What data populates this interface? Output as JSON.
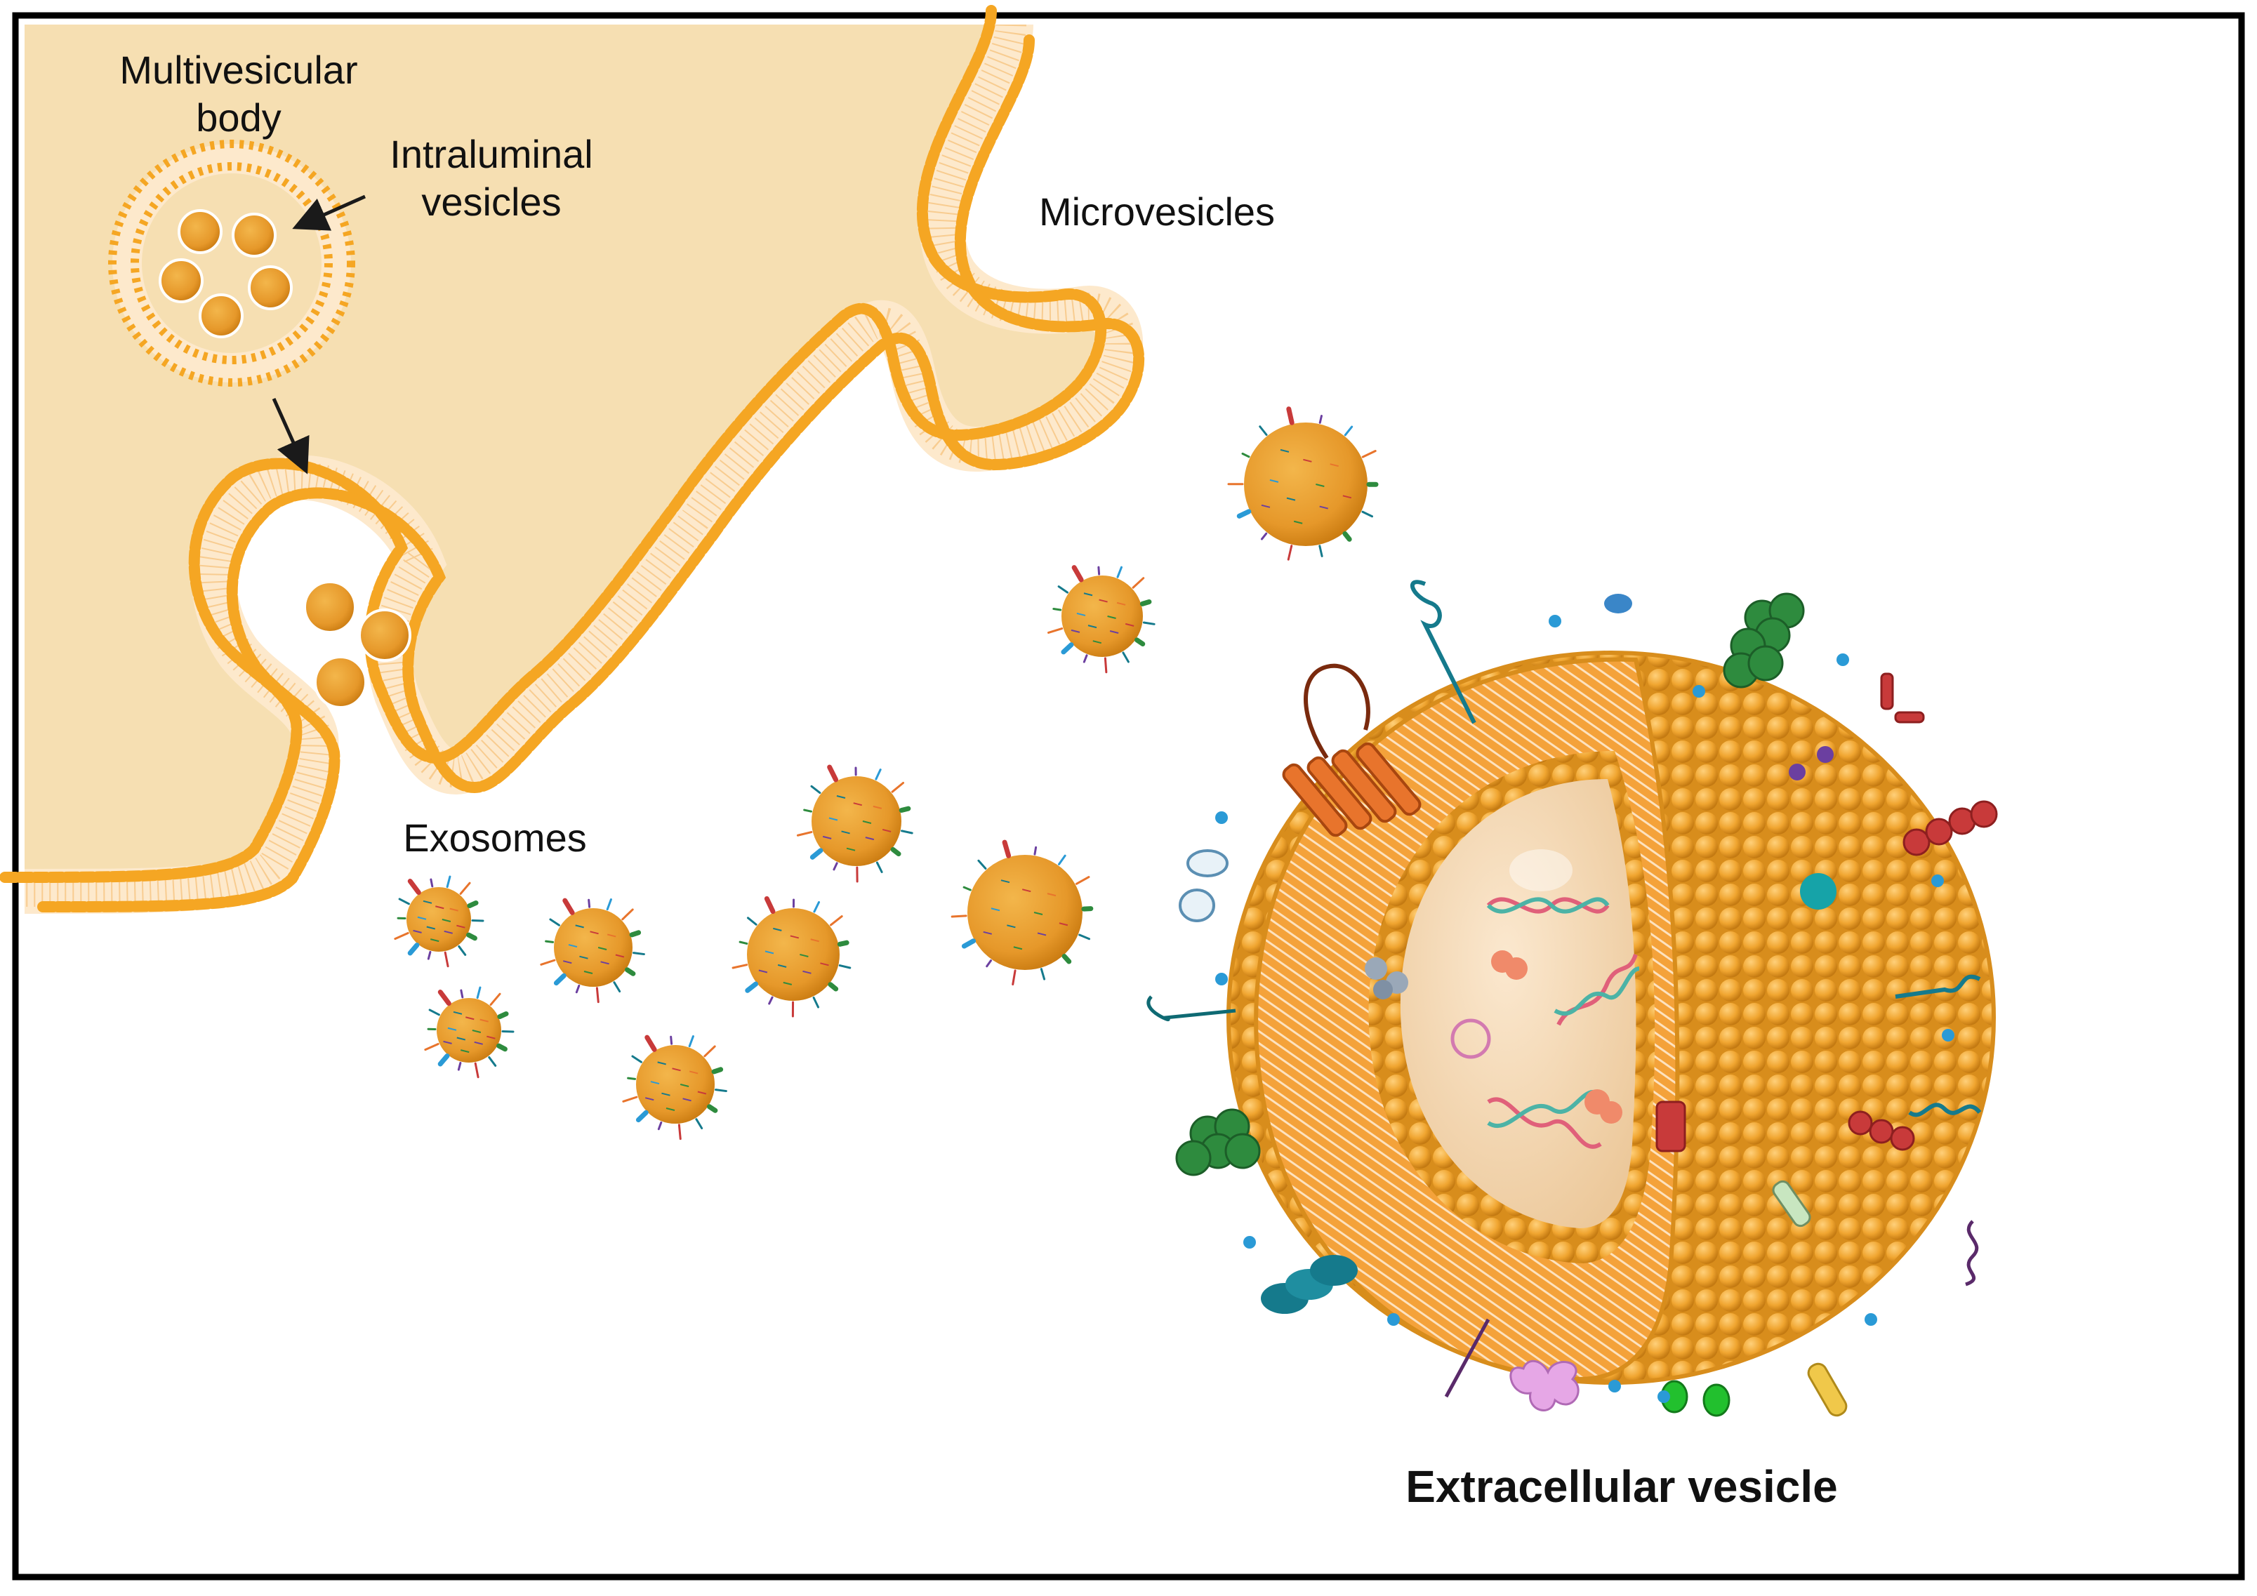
{
  "labels": {
    "multivesicular_line1": "Multivesicular",
    "multivesicular_line2": "body",
    "intraluminal_line1": "Intraluminal",
    "intraluminal_line2": "vesicles",
    "microvesicles": "Microvesicles",
    "exosomes": "Exosomes",
    "extracellular_vesicle": "Extracellular vesicle"
  },
  "colors": {
    "cytoplasm": "#f6dfb2",
    "lipid_head": "#f5a623",
    "lipid_tail": "#ffffff",
    "vesicle_body": "#e6982a",
    "vesicle_dark": "#c97a10",
    "lumen": "#f1d3ab",
    "frame": "#000000",
    "arrow": "#1a1a1a",
    "protein_green": "#2e8b3e",
    "protein_teal": "#157a8c",
    "protein_red": "#c83a3a",
    "protein_purple": "#6b3fa0",
    "protein_orange": "#e8742c",
    "protein_blue": "#2a9ad6"
  },
  "icons": [
    "multivesicular-body-icon",
    "exosome-icon",
    "microvesicle-icon",
    "extracellular-vesicle-icon",
    "dna-helix-icon",
    "rna-strand-icon",
    "membrane-protein-icon",
    "arrow-icon"
  ]
}
